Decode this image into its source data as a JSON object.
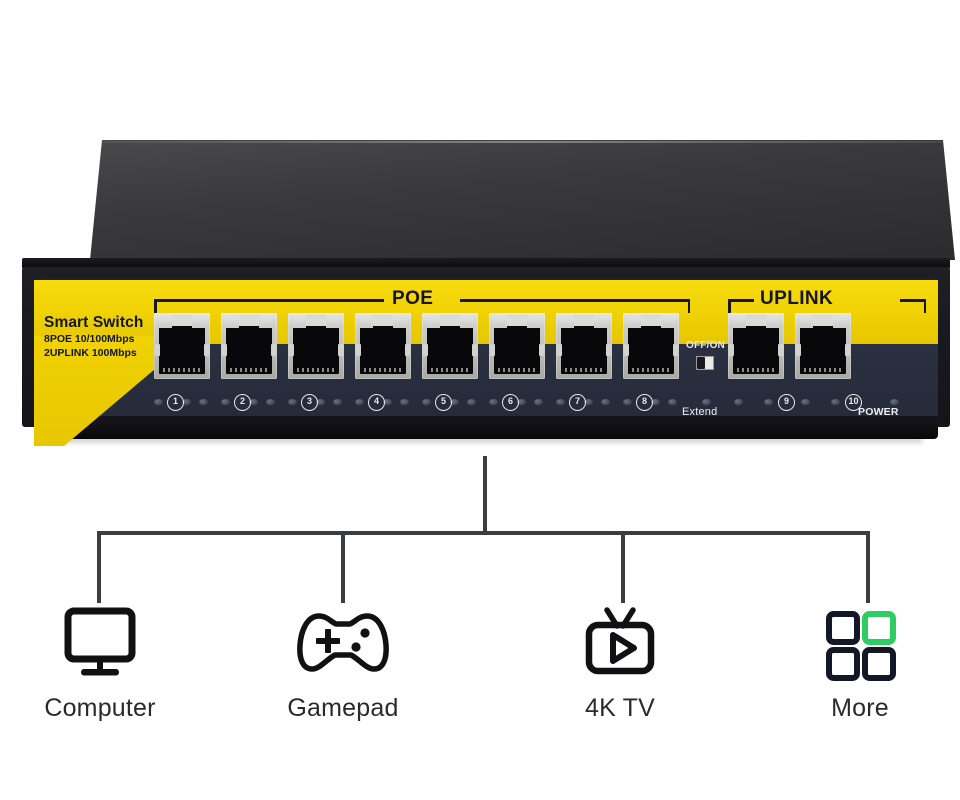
{
  "device": {
    "brand_name": "Smart Switch",
    "spec_line1": "8POE 10/100Mbps",
    "spec_line2": "2UPLINK 100Mbps",
    "groups": [
      {
        "label": "POE",
        "name": "poe-group-label"
      },
      {
        "label": "UPLINK",
        "name": "uplink-group-label"
      }
    ],
    "poe_port_numbers": [
      "1",
      "2",
      "3",
      "4",
      "5",
      "6",
      "7",
      "8"
    ],
    "uplink_port_numbers": [
      "9",
      "10"
    ],
    "dip_switch": {
      "label": "OFF/ON",
      "sub_label": "Extend",
      "state": "OFF"
    },
    "power_label": "POWER",
    "colors": {
      "panel_yellow": "#f0d205",
      "chassis_dark": "#1f1f24",
      "faceplate_navy": "#2f3546",
      "port_metal": "#cfcfcc"
    }
  },
  "devices": [
    {
      "label": "Computer",
      "icon": "monitor-icon"
    },
    {
      "label": "Gamepad",
      "icon": "gamepad-icon"
    },
    {
      "label": "4K TV",
      "icon": "tv-play-icon"
    },
    {
      "label": "More",
      "icon": "grid-squares-icon"
    }
  ],
  "more_icon_accent": "#2ecc63",
  "tree": {
    "line_color": "#3b3d42"
  }
}
